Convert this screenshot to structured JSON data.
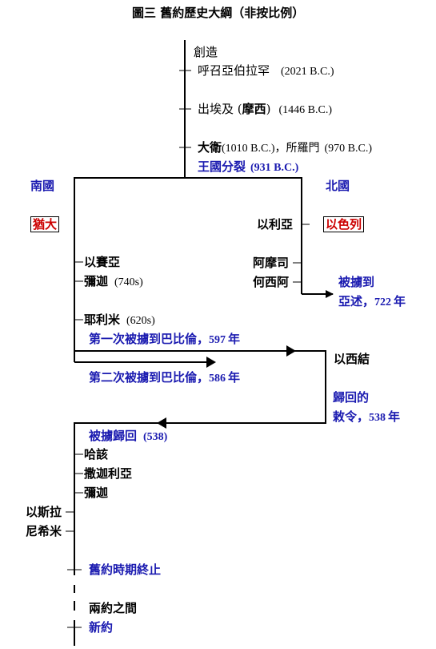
{
  "title": "圖三 舊約歷史大綱（非按比例）",
  "top_events": {
    "creation": "創造",
    "abraham": "呼召亞伯拉罕",
    "abraham_date": "(2021 B.C.)",
    "exodus_pre": "出埃及 (",
    "moses": "摩西",
    "exodus_post": ")",
    "exodus_date": "(1446 B.C.)",
    "david": "大衛",
    "david_date": "(1010 B.C.)，所羅門",
    "solomon_date": "(970 B.C.)",
    "division": "王國分裂",
    "division_date": "(931 B.C.)"
  },
  "south": {
    "label": "南國",
    "kingdom": "猶大",
    "isaiah": "以賽亞",
    "micah_name": "彌迦",
    "micah_date": "(740s)",
    "jeremiah_name": "耶利米",
    "jeremiah_date": "(620s)",
    "exile1": "第一次被擄到巴比倫，",
    "exile1_year": "597",
    "exile1_suffix": "年",
    "exile2": "第二次被擄到巴比倫，",
    "exile2_year": "586",
    "exile2_suffix": "年"
  },
  "north": {
    "label": "北國",
    "kingdom": "以色列",
    "elijah": "以利亞",
    "amos": "阿摩司",
    "hosea": "何西阿",
    "captive_line1": "被擄到",
    "captive_line2": "亞述，",
    "captive_year": "722",
    "captive_suffix": "年"
  },
  "exile_period": {
    "ezekiel": "以西結",
    "decree_line1": "歸回的",
    "decree_line2": "敕令，",
    "decree_year": "538",
    "decree_suffix": "年"
  },
  "return": {
    "label": "被擄歸回",
    "date": "(538)",
    "prophets": [
      "哈該",
      "撒迦利亞",
      "彌迦"
    ],
    "ezra": "以斯拉",
    "nehemiah": "尼希米",
    "ot_end": "舊約時期終止",
    "intertestamental": "兩約之間",
    "new_testament": "新約"
  },
  "colors": {
    "blue_text": "#1a1ab0",
    "red_box_text": "#cc0000",
    "line": "#000000"
  }
}
